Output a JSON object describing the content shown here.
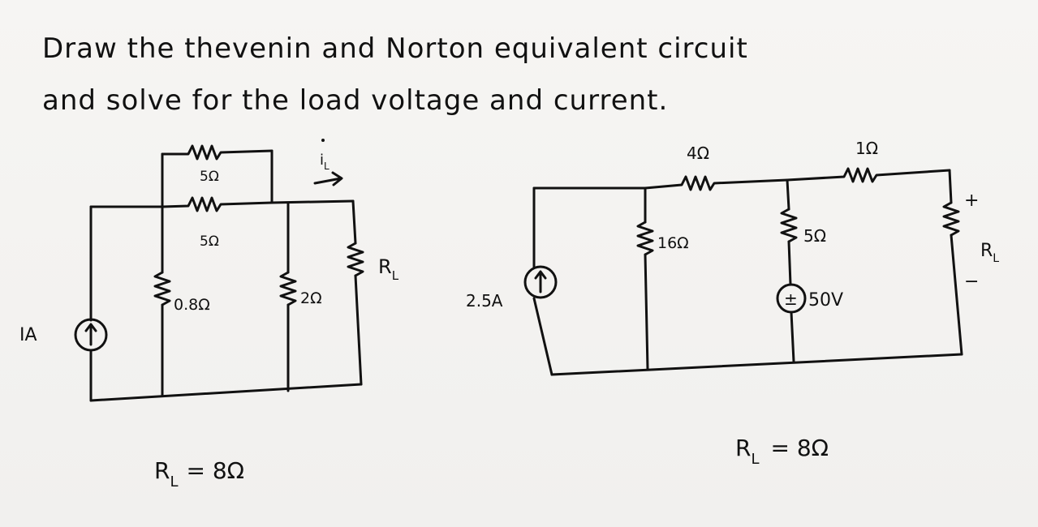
{
  "prompt": {
    "line1": "Draw the thevenin and Norton equivalent circuit",
    "line2": "and solve for the load voltage and current."
  },
  "circuit_left": {
    "source_current": "IA",
    "r_top_outer": "5Ω",
    "r_top_inner": "5Ω",
    "r_shunt_1": "0.8Ω",
    "r_shunt_2": "2Ω",
    "load_label": "R",
    "load_subscript": "L",
    "current_label": "i",
    "current_subscript": "L",
    "rl_value_label": "R",
    "rl_value_subscript": "L",
    "rl_value_text": "= 8Ω"
  },
  "circuit_right": {
    "source_current": "2.5A",
    "r_top_1": "4Ω",
    "r_top_2": "1Ω",
    "r_shunt_1": "16Ω",
    "r_shunt_2": "5Ω",
    "voltage_source": "50V",
    "load_label": "R",
    "load_subscript": "L",
    "plus_sign": "+",
    "minus_sign": "−",
    "rl_value_label": "R",
    "rl_value_subscript": "L",
    "rl_value_text": "= 8Ω"
  },
  "symbols": {
    "current_source_arrow": "↑",
    "voltage_source_polarity": "±",
    "current_arrow": "→"
  }
}
